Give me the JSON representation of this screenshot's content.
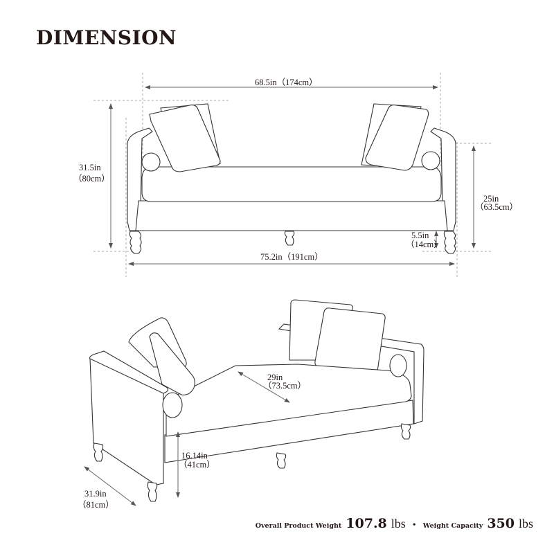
{
  "title": "DIMENSION",
  "front_view": {
    "overall_width": "68.5in（174cm）",
    "total_width": "75.2in（191cm）",
    "total_height_in": "31.5in",
    "total_height_cm": "（80cm）",
    "arm_height_in": "25in",
    "arm_height_cm": "（63.5cm）",
    "leg_height_in": "5.5in",
    "leg_height_cm": "（14cm）"
  },
  "perspective_view": {
    "seat_depth_in": "29in",
    "seat_depth_cm": "（73.5cm）",
    "seat_height_in": "16.14in",
    "seat_height_cm": "（41cm）",
    "overall_depth_in": "31.9in",
    "overall_depth_cm": "（81cm）"
  },
  "footer": {
    "weight_label": "Overall Product Weight",
    "weight_value": "107.8",
    "weight_unit": "lbs",
    "separator": "•",
    "capacity_label": "Weight Capacity",
    "capacity_value": "350",
    "capacity_unit": "lbs"
  },
  "colors": {
    "ink": "#231815",
    "guide": "#9a9a9a",
    "arrow": "#555555"
  }
}
